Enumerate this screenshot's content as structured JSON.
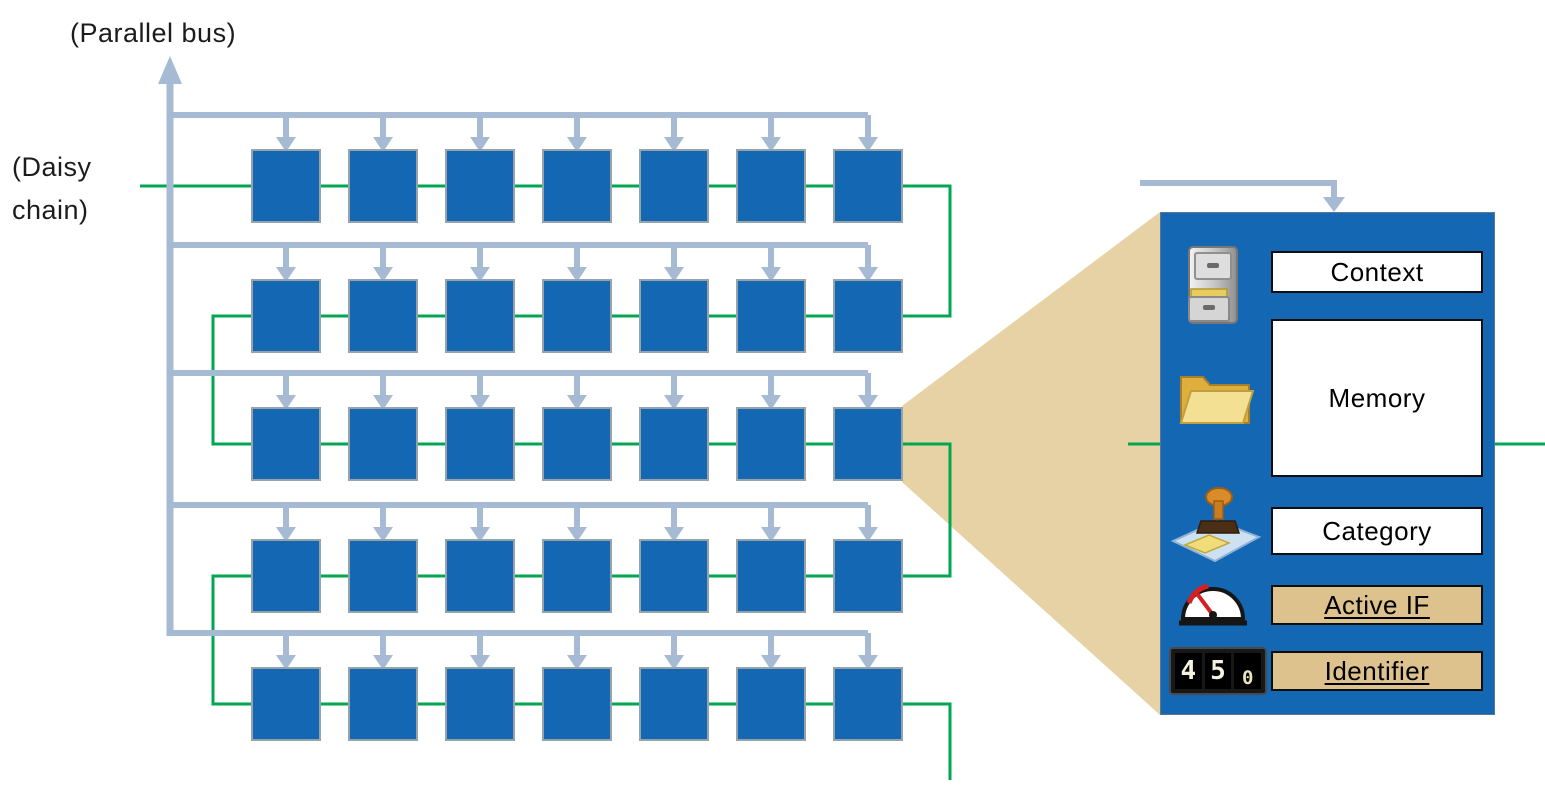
{
  "labels": {
    "parallel_bus": "(Parallel bus)",
    "daisy_line1": "(Daisy",
    "daisy_line2": "chain)"
  },
  "grid": {
    "rows": 5,
    "cols": 7
  },
  "detail": {
    "fields": [
      {
        "label": "Context",
        "variant": "white",
        "icon": "file-cabinet-icon"
      },
      {
        "label": "Memory",
        "variant": "white",
        "icon": "folder-icon"
      },
      {
        "label": "Category",
        "variant": "white",
        "icon": "stamp-icon"
      },
      {
        "label": "Active IF",
        "variant": "tan",
        "icon": "gauge-icon"
      },
      {
        "label": "Identifier",
        "variant": "tan",
        "icon": "counter-icon"
      }
    ],
    "counter_digits": [
      "4",
      "5",
      "0"
    ]
  },
  "colors": {
    "node_blue": "#1467b2",
    "bus_gray": "#a6bbd3",
    "daisy_green": "#00a651",
    "callout_tan": "#e6d2a4",
    "tan_box": "#ddc28e",
    "node_border": "#97a3ab"
  }
}
